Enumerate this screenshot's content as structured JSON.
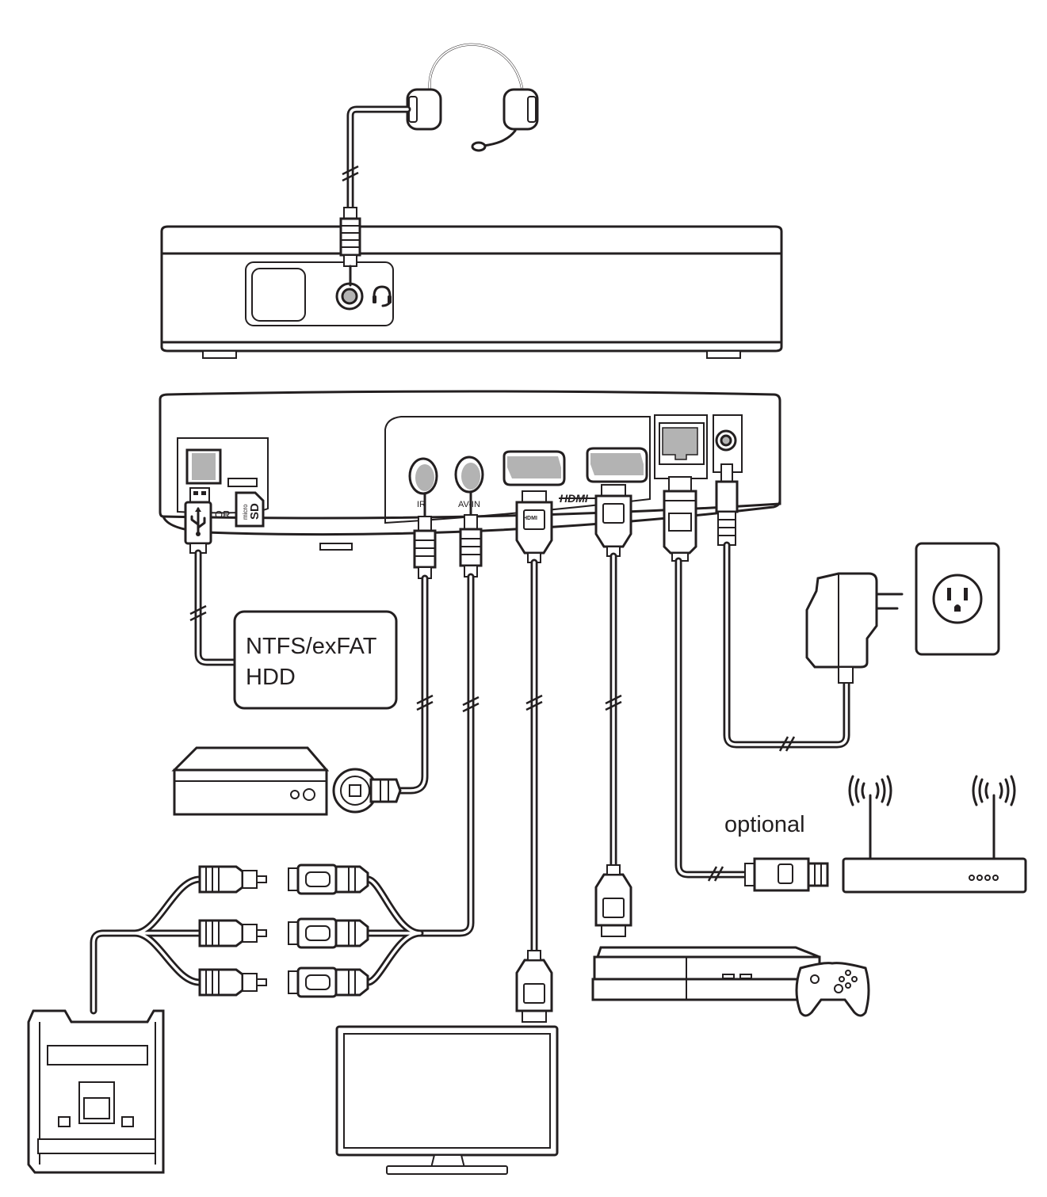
{
  "labels": {
    "hdd_line1": "NTFS/exFAT",
    "hdd_line2": "HDD",
    "optional": "optional",
    "hdmi_port": "HDMI",
    "hdmi_plug": "HDMI",
    "port_ir": "IR",
    "port_av_in": "AV-IN",
    "or": "OR",
    "sd_small": "micro",
    "sd_big": "SD"
  },
  "devices": [
    "headset",
    "recorder-front",
    "recorder-back",
    "usb-hdd",
    "ir-blaster",
    "camcorder",
    "tv-monitor",
    "game-console",
    "game-controller",
    "router",
    "power-adapter",
    "wall-outlet"
  ],
  "icons": [
    "usb-icon",
    "headset-icon",
    "microsd-icon",
    "wifi-icon"
  ],
  "colors": {
    "line": "#231f20",
    "port_fill": "#b3b3b3",
    "background": "#ffffff"
  }
}
